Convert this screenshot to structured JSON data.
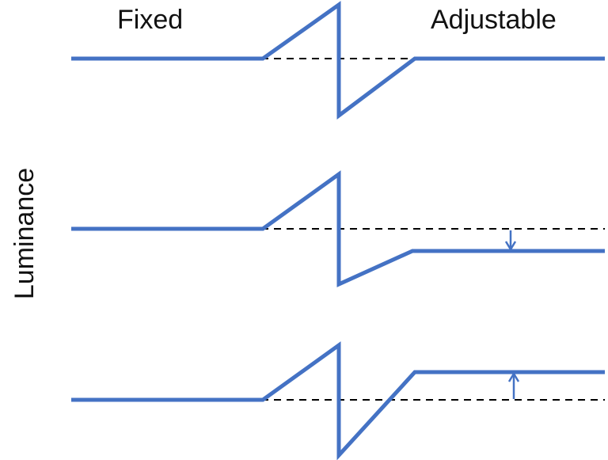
{
  "labels": {
    "left_region": "Fixed",
    "right_region": "Adjustable",
    "y_axis": "Luminance"
  },
  "colors": {
    "signal": "#4472C4",
    "baseline": "#000000",
    "text": "#111111"
  },
  "panels": [
    {
      "id": "top",
      "right_level": "equal",
      "arrow": "none"
    },
    {
      "id": "middle",
      "right_level": "lower",
      "arrow": "down"
    },
    {
      "id": "bottom",
      "right_level": "higher",
      "arrow": "up"
    }
  ]
}
